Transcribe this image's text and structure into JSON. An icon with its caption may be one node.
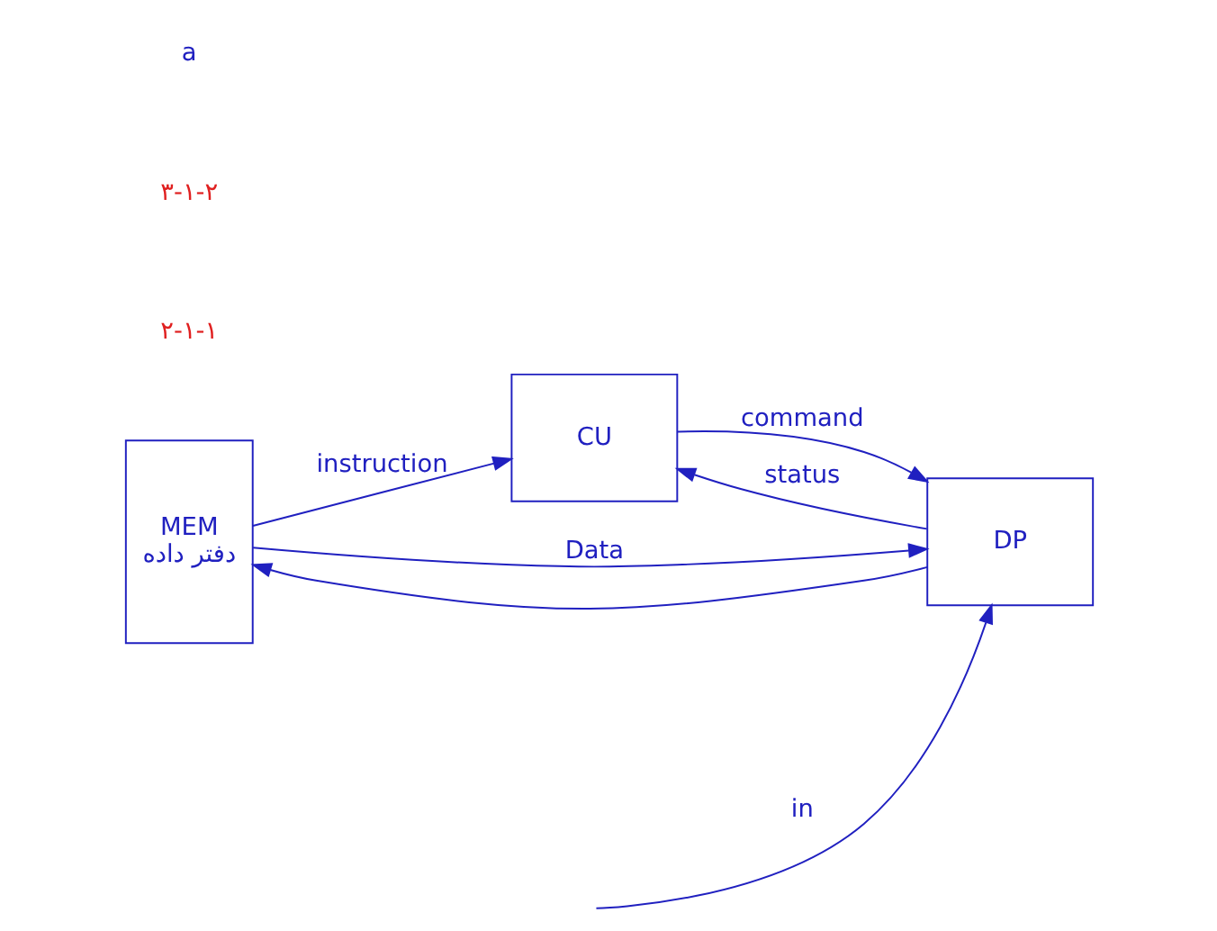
{
  "diagram": {
    "nodes": [
      {
        "text": [
          "MEM",
          "دفتر داده"
        ]
      },
      {
        "text": [
          "CU"
        ]
      },
      {
        "text": [
          "DP"
        ]
      }
    ],
    "edges": [
      {
        "from": 0,
        "to": 1,
        "arrow": "to",
        "label": "instruction"
      },
      {
        "from": 1,
        "to": 2,
        "arrow": "to",
        "label": "command"
      },
      {
        "from": 2,
        "to": 1,
        "arrow": "to",
        "label": "status"
      },
      {
        "from": 0,
        "to": 2,
        "arrow": "to",
        "label": "Data"
      },
      {
        "from": null,
        "to": 2,
        "arrow": "to",
        "label": "in"
      },
      {
        "from": 2,
        "to": 0,
        "arrow": "to"
      }
    ],
    "labels": [
      "۲-۱-۱",
      "۳-۱-۲",
      "a"
    ]
  }
}
